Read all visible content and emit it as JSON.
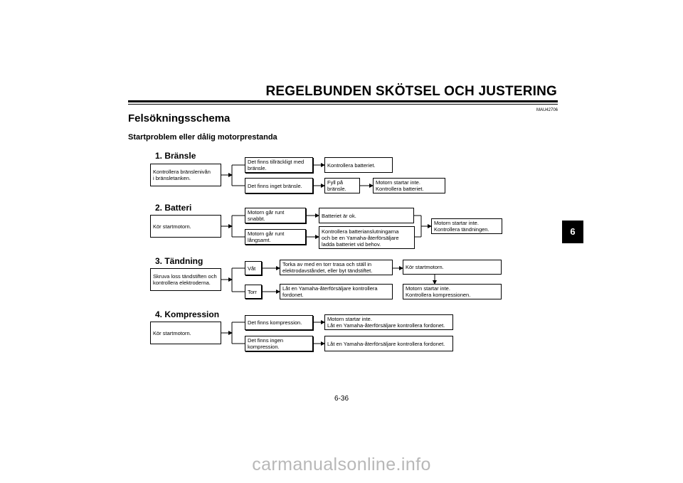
{
  "header": {
    "title": "REGELBUNDEN SKÖTSEL OCH JUSTERING",
    "doc_code": "MAU42706",
    "chapter_tab": "6"
  },
  "section": {
    "title": "Felsökningsschema",
    "subtitle": "Startproblem eller dålig motorprestanda"
  },
  "groups": {
    "fuel": {
      "title": "1. Bränsle",
      "start": [
        "Kontrollera bränslenivån",
        "i bränsletanken."
      ],
      "enough": [
        "Det finns tillräckligt med",
        "bränsle."
      ],
      "check_battery": [
        "Kontrollera batteriet."
      ],
      "none": [
        "Det finns inget bränsle."
      ],
      "refuel": [
        "Fyll på",
        "bränsle."
      ],
      "not_start": [
        "Motorn startar inte.",
        "Kontrollera batteriet."
      ]
    },
    "battery": {
      "title": "2. Batteri",
      "start": [
        "Kör startmotorn."
      ],
      "fast": [
        "Motorn går runt",
        "snabbt."
      ],
      "ok": [
        "Batteriet är ok."
      ],
      "slow": [
        "Motorn går runt",
        "långsamt."
      ],
      "check": [
        "Kontrollera batterianslutningarna",
        "och be en Yamaha-återförsäljare",
        "ladda batteriet vid behov."
      ],
      "result": [
        "Motorn startar inte.",
        "Kontrollera tändningen."
      ]
    },
    "ignition": {
      "title": "3. Tändning",
      "start": [
        "Skruva loss tändstiften och",
        "kontrollera elektroderna."
      ],
      "wet": [
        "Våt"
      ],
      "wipe": [
        "Torka av med en torr trasa och ställ in",
        "elektrodavståndet, eller byt tändstiftet."
      ],
      "run_starter": [
        "Kör startmotorn."
      ],
      "dry": [
        "Torr"
      ],
      "dealer": [
        "Låt en Yamaha-återförsäljare kontrollera",
        "fordonet."
      ],
      "result": [
        "Motorn startar inte.",
        "Kontrollera kompressionen."
      ]
    },
    "compression": {
      "title": "4. Kompression",
      "start": [
        "Kör startmotorn."
      ],
      "has": [
        "Det finns kompression."
      ],
      "has_result": [
        "Motorn startar inte.",
        "Låt en Yamaha-återförsäljare kontrollera fordonet."
      ],
      "none": [
        "Det finns ingen",
        "kompression."
      ],
      "none_result": [
        "Låt en Yamaha-återförsäljare kontrollera fordonet."
      ]
    }
  },
  "footer": {
    "page_number": "6-36",
    "watermark": "carmanualsonline.info"
  }
}
